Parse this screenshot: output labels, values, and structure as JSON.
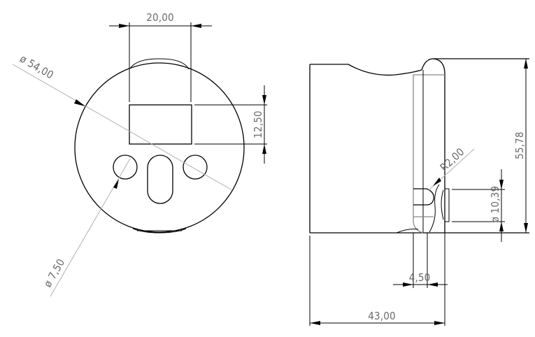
{
  "drawing": {
    "front_view": {
      "outer_diameter": "ø 54,00",
      "slot_width": "20,00",
      "rect_height": "12,50",
      "hole_diameter": "ø 7,50"
    },
    "side_view": {
      "height": "55,78",
      "fillet_radius": "R2,00",
      "bore_diameter": "ø 10,39",
      "wall_thickness": "4,50",
      "width": "43,00"
    }
  },
  "colors": {
    "line": "#000000",
    "dimension_text": "#6a6a6a",
    "hidden_line": "#8a8a8a",
    "leader_line": "#b0b0b0"
  }
}
